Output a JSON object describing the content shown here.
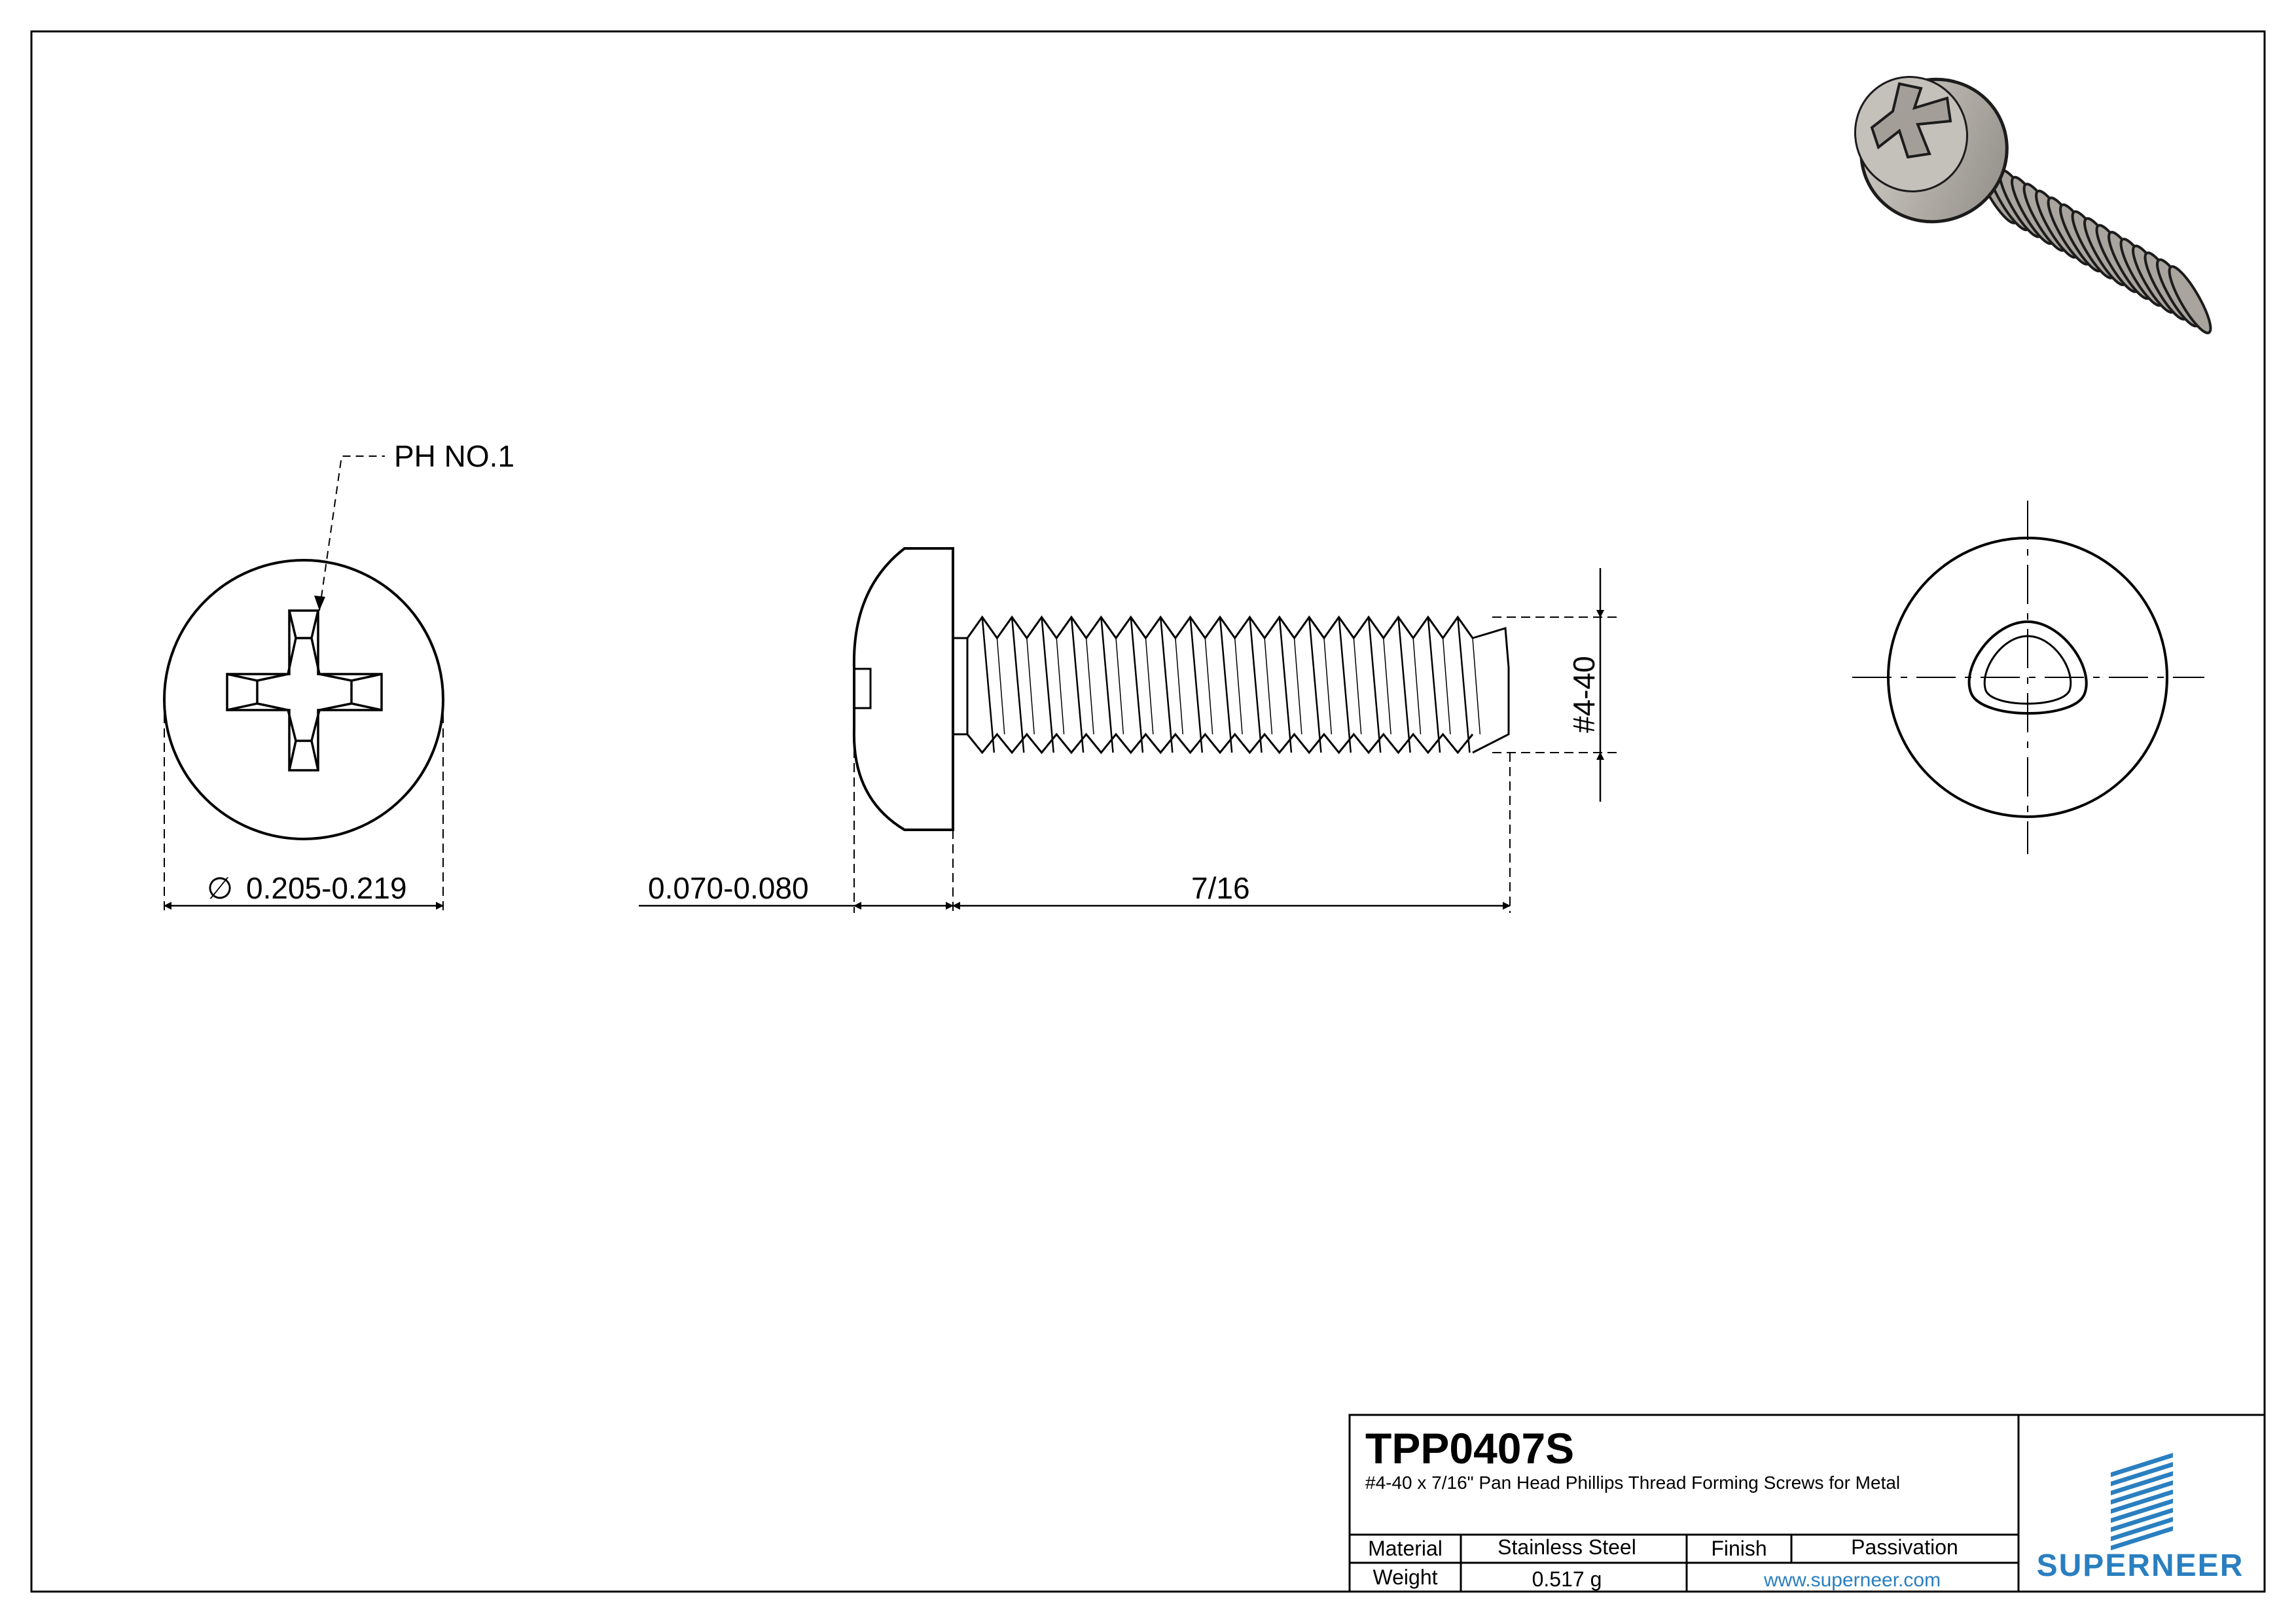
{
  "drawing": {
    "callout_drive": "PH NO.1",
    "dim_head_diameter": "0.205-0.219",
    "dim_head_height": "0.070-0.080",
    "dim_length": "7/16",
    "dim_thread": "#4-40",
    "diameter_symbol": "∅"
  },
  "title_block": {
    "part_number": "TPP0407S",
    "description": "#4-40 x 7/16\" Pan Head Phillips Thread Forming Screws for Metal",
    "material_label": "Material",
    "material_value": "Stainless Steel",
    "finish_label": "Finish",
    "finish_value": "Passivation",
    "weight_label": "Weight",
    "weight_value": "0.517 g",
    "website": "www.superneer.com",
    "brand": "SUPERNEER"
  },
  "colors": {
    "line": "#000000",
    "brand_blue": "#2a7fc0",
    "screw_metal": "#b9b5ae"
  }
}
